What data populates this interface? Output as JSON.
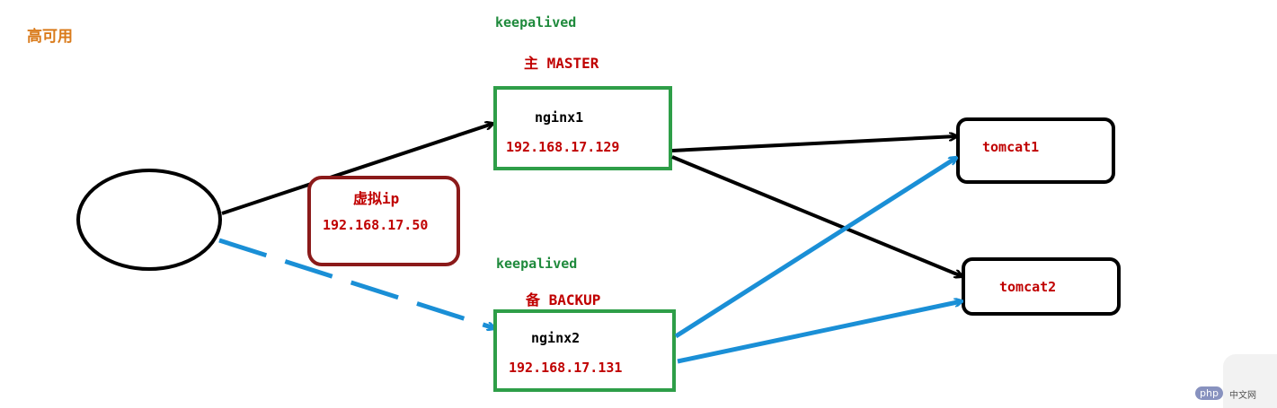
{
  "title": "高可用",
  "colors": {
    "title": "#d97a1a",
    "keepalived": "#1f8a3c",
    "red_text": "#c00000",
    "node_border": "#2e9e48",
    "vip_border": "#8b1a1a",
    "solid_line": "#000000",
    "blue_line": "#1a8fd6"
  },
  "master": {
    "keepalived": "keepalived",
    "role": "主 MASTER",
    "name": "nginx1",
    "ip": "192.168.17.129"
  },
  "backup": {
    "keepalived": "keepalived",
    "role": "备 BACKUP",
    "name": "nginx2",
    "ip": "192.168.17.131"
  },
  "vip": {
    "label": "虚拟ip",
    "ip": "192.168.17.50"
  },
  "tomcat1": {
    "name": "tomcat1"
  },
  "tomcat2": {
    "name": "tomcat2"
  },
  "watermark": {
    "logo": "php",
    "text": "中文网"
  }
}
